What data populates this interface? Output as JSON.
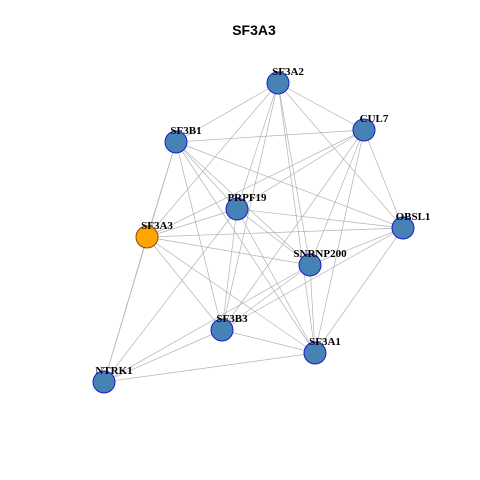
{
  "title": "SF3A3",
  "colors": {
    "node_fill": "#4682B4",
    "node_stroke": "#1A1ACD",
    "highlight_fill": "#FFA500",
    "highlight_stroke": "#8B4513",
    "edge": "#B3B3B3",
    "background": "#FFFFFF"
  },
  "nodes": [
    {
      "id": "SF3A2",
      "label": "SF3A2",
      "highlight": false
    },
    {
      "id": "CUL7",
      "label": "CUL7",
      "highlight": false
    },
    {
      "id": "SF3B1",
      "label": "SF3B1",
      "highlight": false
    },
    {
      "id": "PRPF19",
      "label": "PRPF19",
      "highlight": false
    },
    {
      "id": "SF3A3",
      "label": "SF3A3",
      "highlight": true
    },
    {
      "id": "OBSL1",
      "label": "OBSL1",
      "highlight": false
    },
    {
      "id": "SNRNP200",
      "label": "SNRNP200",
      "highlight": false
    },
    {
      "id": "SF3B3",
      "label": "SF3B3",
      "highlight": false
    },
    {
      "id": "SF3A1",
      "label": "SF3A1",
      "highlight": false
    },
    {
      "id": "NTRK1",
      "label": "NTRK1",
      "highlight": false
    }
  ],
  "edges": [
    [
      "SF3A2",
      "CUL7"
    ],
    [
      "SF3A2",
      "SF3B1"
    ],
    [
      "SF3A2",
      "PRPF19"
    ],
    [
      "SF3A2",
      "SF3A3"
    ],
    [
      "SF3A2",
      "OBSL1"
    ],
    [
      "SF3A2",
      "SNRNP200"
    ],
    [
      "SF3A2",
      "SF3B3"
    ],
    [
      "SF3A2",
      "SF3A1"
    ],
    [
      "CUL7",
      "SF3B1"
    ],
    [
      "CUL7",
      "PRPF19"
    ],
    [
      "CUL7",
      "SF3A3"
    ],
    [
      "CUL7",
      "OBSL1"
    ],
    [
      "CUL7",
      "SNRNP200"
    ],
    [
      "CUL7",
      "SF3B3"
    ],
    [
      "CUL7",
      "SF3A1"
    ],
    [
      "SF3B1",
      "PRPF19"
    ],
    [
      "SF3B1",
      "SF3A3"
    ],
    [
      "SF3B1",
      "OBSL1"
    ],
    [
      "SF3B1",
      "SNRNP200"
    ],
    [
      "SF3B1",
      "SF3B3"
    ],
    [
      "SF3B1",
      "SF3A1"
    ],
    [
      "SF3B1",
      "NTRK1"
    ],
    [
      "PRPF19",
      "SF3A3"
    ],
    [
      "PRPF19",
      "OBSL1"
    ],
    [
      "PRPF19",
      "SNRNP200"
    ],
    [
      "PRPF19",
      "SF3B3"
    ],
    [
      "PRPF19",
      "SF3A1"
    ],
    [
      "PRPF19",
      "NTRK1"
    ],
    [
      "SF3A3",
      "OBSL1"
    ],
    [
      "SF3A3",
      "SNRNP200"
    ],
    [
      "SF3A3",
      "SF3B3"
    ],
    [
      "SF3A3",
      "SF3A1"
    ],
    [
      "SF3A3",
      "NTRK1"
    ],
    [
      "OBSL1",
      "SNRNP200"
    ],
    [
      "OBSL1",
      "SF3B3"
    ],
    [
      "OBSL1",
      "SF3A1"
    ],
    [
      "SNRNP200",
      "SF3B3"
    ],
    [
      "SNRNP200",
      "SF3A1"
    ],
    [
      "SNRNP200",
      "NTRK1"
    ],
    [
      "SF3B3",
      "SF3A1"
    ],
    [
      "SF3B3",
      "NTRK1"
    ],
    [
      "SF3A1",
      "NTRK1"
    ]
  ]
}
